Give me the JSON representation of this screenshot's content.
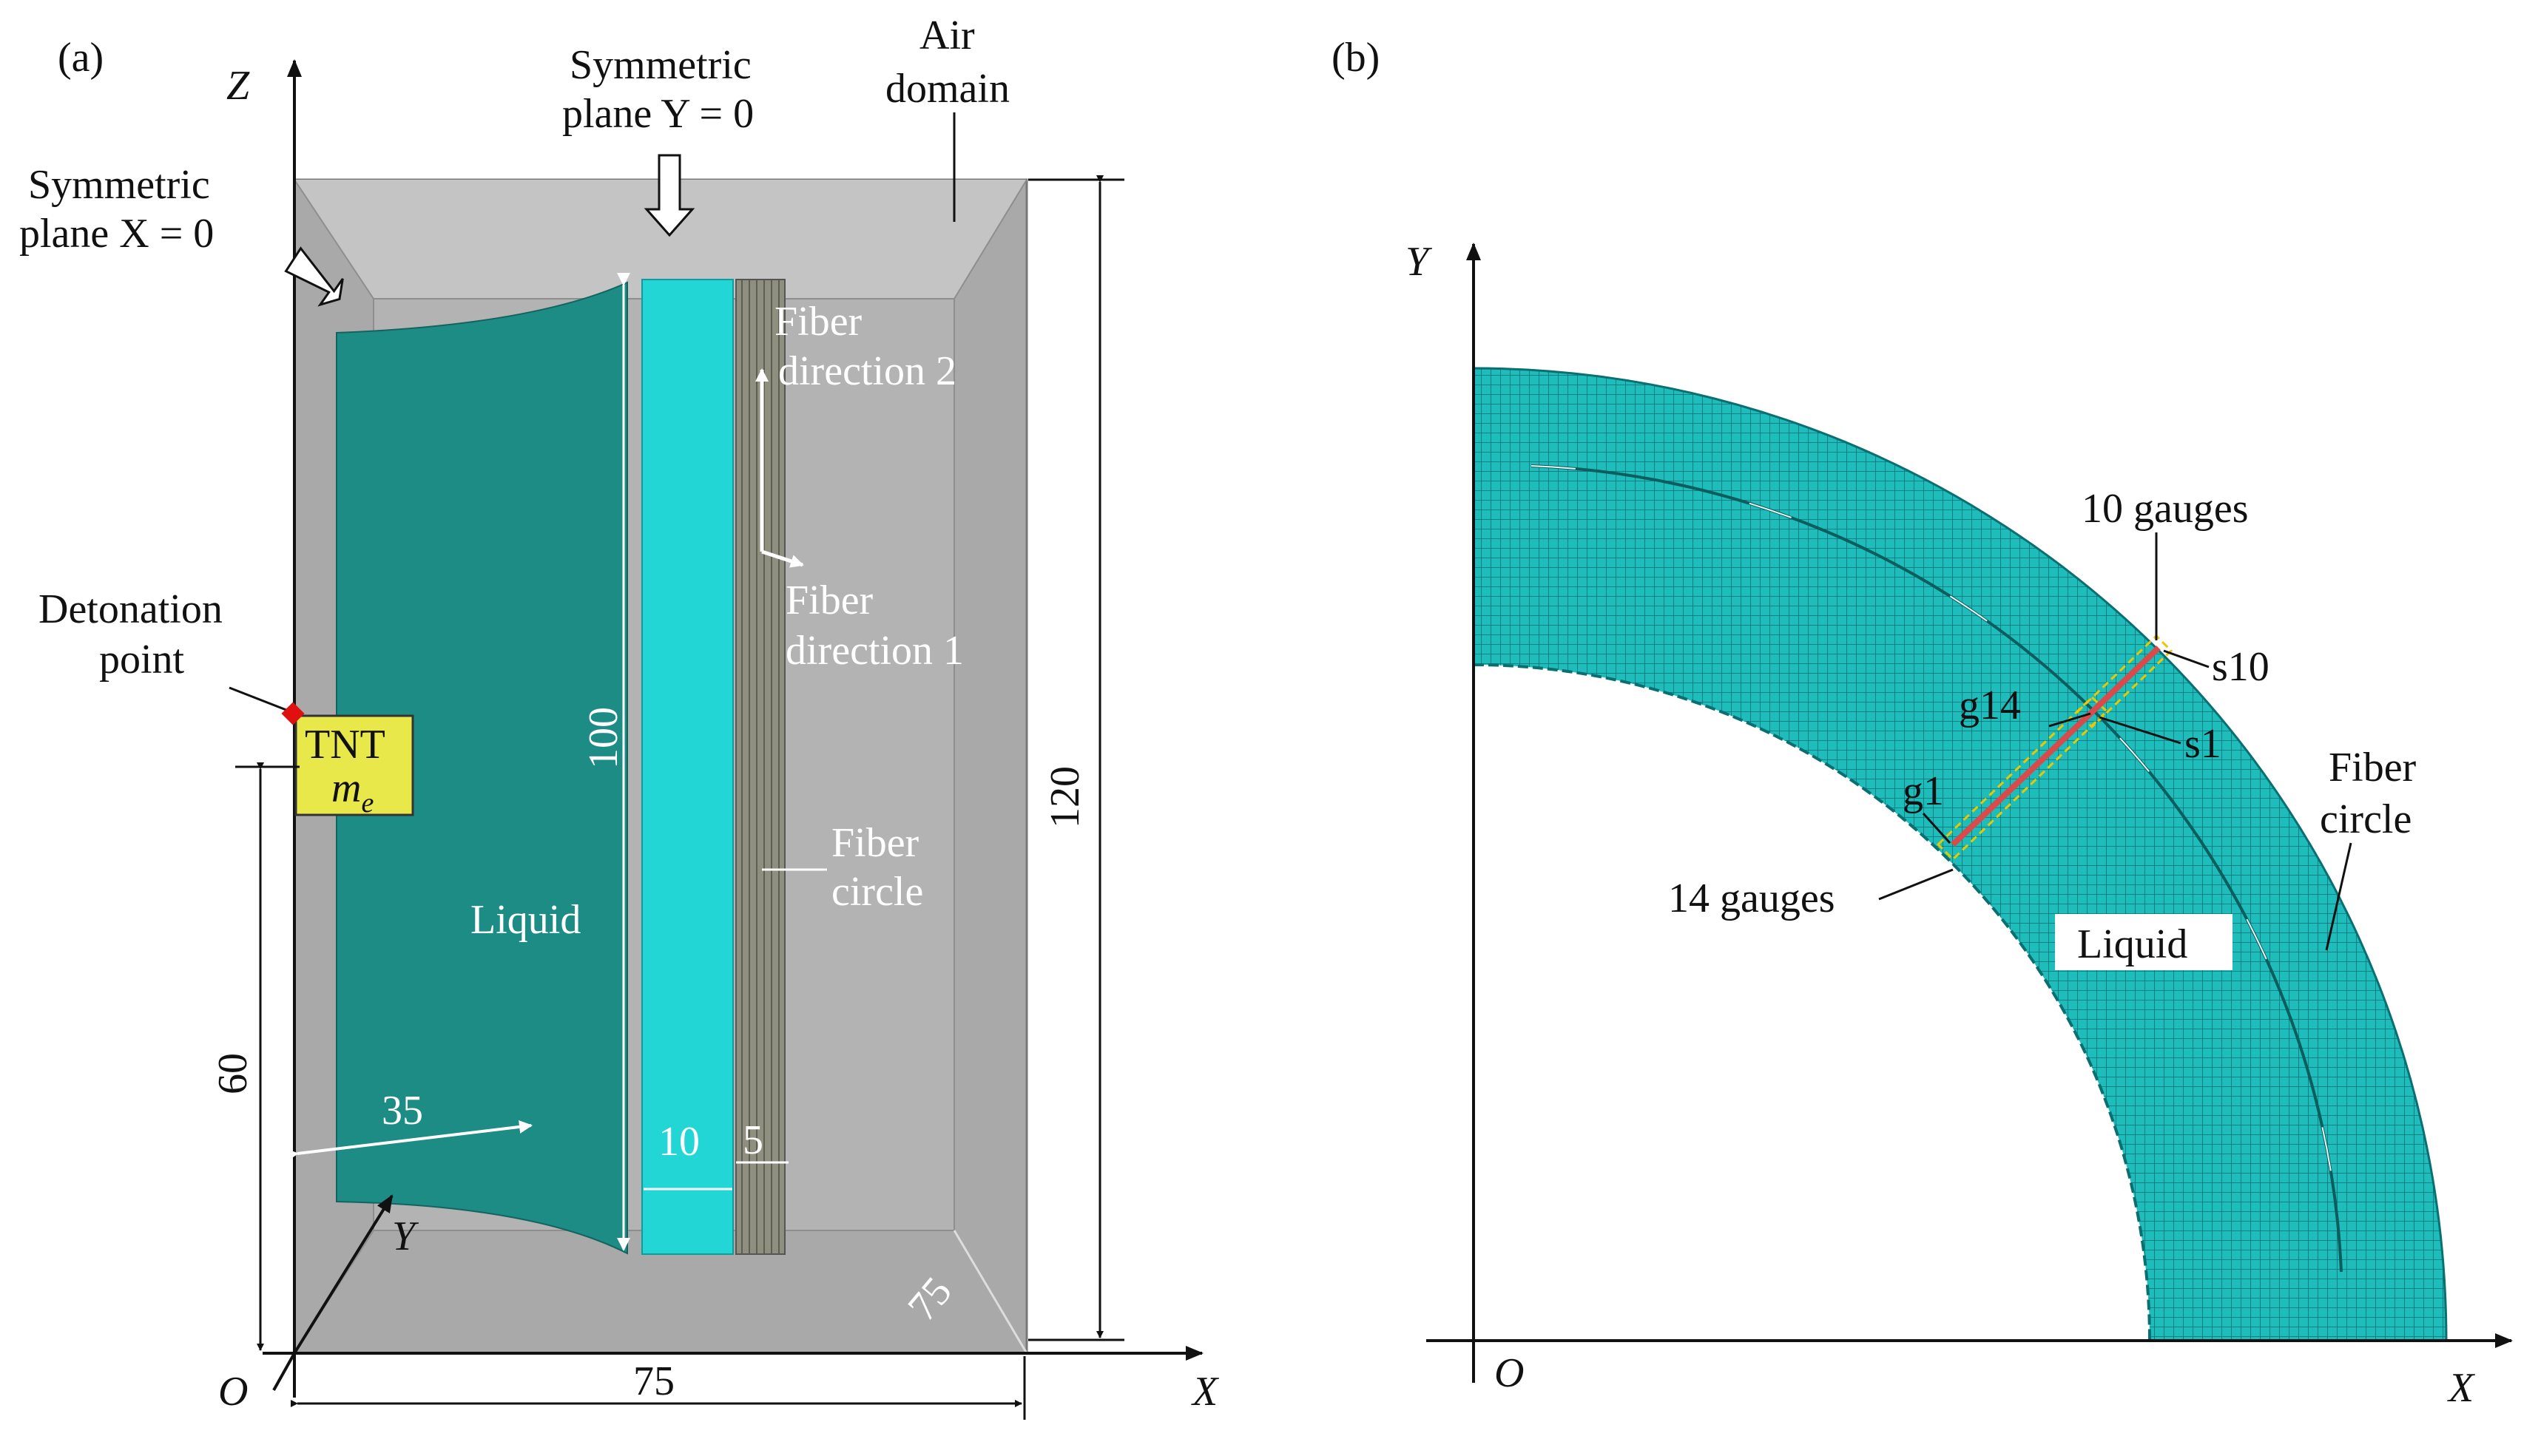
{
  "panel_a": {
    "tag": "(a)",
    "axis_z": "Z",
    "axis_y": "Y",
    "axis_x": "X",
    "origin": "O",
    "sym_plane_y": [
      "Symmetric",
      "plane Y = 0"
    ],
    "sym_plane_x": [
      "Symmetric",
      "plane X = 0"
    ],
    "air_domain": [
      "Air",
      "domain"
    ],
    "fiber_dir_2": [
      "Fiber",
      "direction  2"
    ],
    "fiber_dir_1": [
      "Fiber",
      "direction  1"
    ],
    "fiber_circle": [
      "Fiber",
      "circle"
    ],
    "detonation": [
      "Detonation",
      "point"
    ],
    "tnt": "TNT",
    "charge_mass": "m",
    "charge_mass_sub": "e",
    "liquid": "Liquid",
    "dims": {
      "height_liquid": "100",
      "height_total": "120",
      "height_charge": "60",
      "radius_liquid": "35",
      "thick_wall": "10",
      "thick_fiber": "5",
      "radius_air": "75",
      "width_total": "75"
    },
    "colors": {
      "air": "#a9a9a9",
      "air_light": "#c4c4c4",
      "liquid": "#1d8c85",
      "wall": "#22d6d6",
      "fiber": "#8a8a7a",
      "tnt": "#e8e84a",
      "detonation": "#e01010"
    }
  },
  "panel_b": {
    "tag": "(b)",
    "axis_y": "Y",
    "axis_x": "X",
    "origin": "O",
    "gauges_10": "10 gauges",
    "gauges_14": "14 gauges",
    "s10": "s10",
    "s1": "s1",
    "g14": "g14",
    "g1": "g1",
    "fiber_circle": [
      "Fiber",
      "circle"
    ],
    "liquid": "Liquid",
    "colors": {
      "mesh": "#1fbcbc",
      "mesh_line": "#0a6f70",
      "gauge": "#d94a4a",
      "highlight": "#e8c800"
    }
  }
}
